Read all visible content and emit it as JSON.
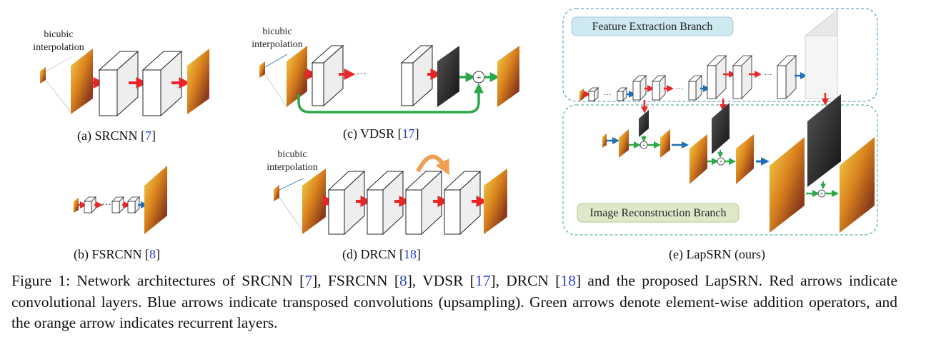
{
  "labels": {
    "bicubic_line1": "bicubic",
    "bicubic_line2": "interpolation",
    "dots": "···"
  },
  "panels": {
    "a": {
      "text": "(a) SRCNN [",
      "ref": "7",
      "close": "]"
    },
    "b": {
      "text": "(b) FSRCNN [",
      "ref": "8",
      "close": "]"
    },
    "c": {
      "text": "(c) VDSR [",
      "ref": "17",
      "close": "]"
    },
    "d": {
      "text": "(d) DRCN [",
      "ref": "18",
      "close": "]"
    },
    "e": {
      "text": "(e) LapSRN (ours)"
    }
  },
  "branches": {
    "feature": "Feature Extraction Branch",
    "reconstruction": "Image Reconstruction Branch"
  },
  "caption": {
    "p1": "Figure 1: Network architectures of SRCNN [",
    "r1": "7",
    "p2": "], FSRCNN [",
    "r2": "8",
    "p3": "], VDSR [",
    "r3": "17",
    "p4": "], DRCN [",
    "r4": "18",
    "p5": "] and the proposed LapSRN. Red arrows indicate convolutional layers.  Blue arrows indicate transposed convolutions (upsampling).  Green arrows denote element-wise addition operators, and the orange arrow indicates recurrent layers."
  },
  "colors": {
    "conv_arrow": "#e8262a",
    "upsample_arrow": "#1f6fb4",
    "add_arrow": "#2aa84a",
    "recurrent_arrow": "#f0a050",
    "feature_box": "#cfe9f1",
    "recon_box": "#dfe9c9"
  }
}
